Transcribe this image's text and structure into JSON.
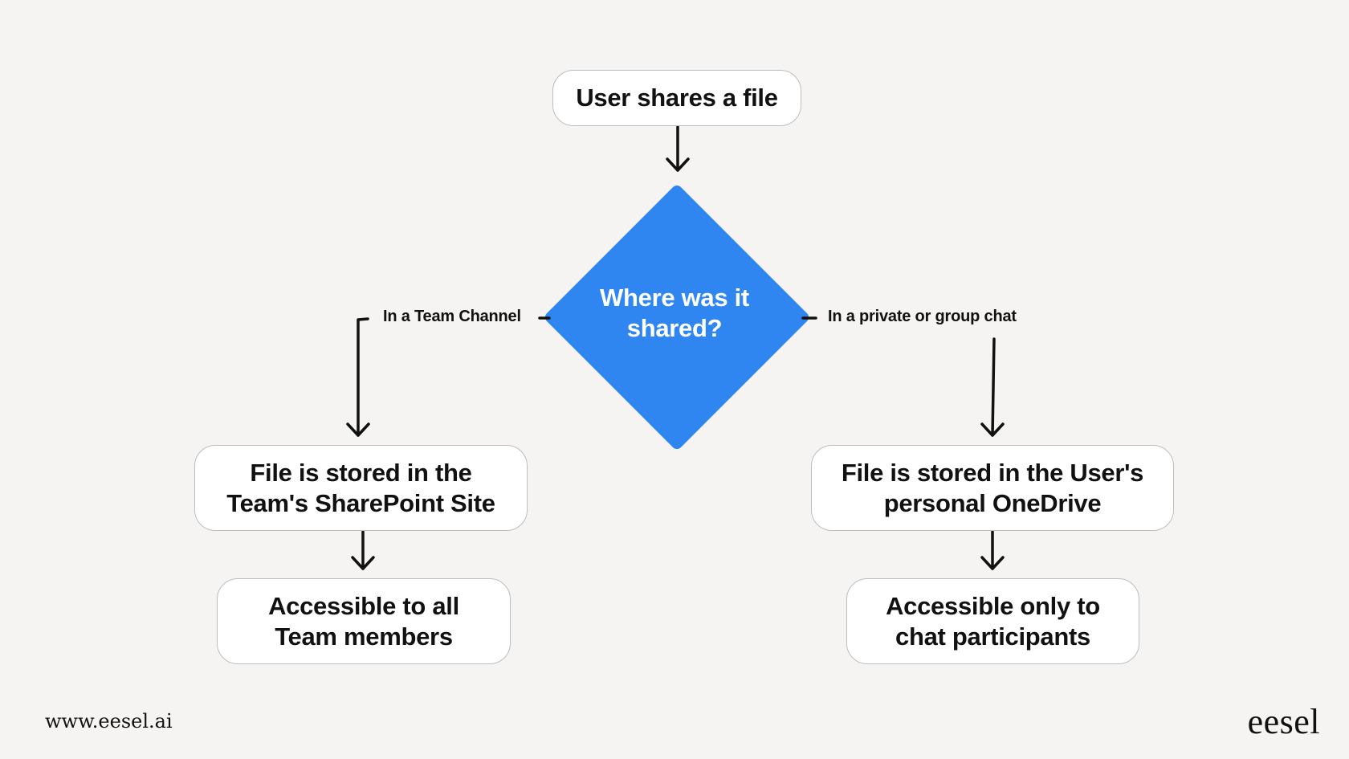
{
  "colors": {
    "decision": "#2f86f1",
    "background": "#f5f4f2",
    "ink": "#111111"
  },
  "nodes": {
    "start": "User shares a file",
    "decision": "Where was it shared?",
    "left_storage": "File is stored in the Team's SharePoint Site",
    "left_access": "Accessible to all Team members",
    "right_storage": "File is stored in the User's personal OneDrive",
    "right_access": "Accessible only to chat participants"
  },
  "edges": {
    "left_label": "In a Team Channel",
    "right_label": "In a private or group chat"
  },
  "footer": {
    "url": "www.eesel.ai",
    "logo": "eesel"
  }
}
